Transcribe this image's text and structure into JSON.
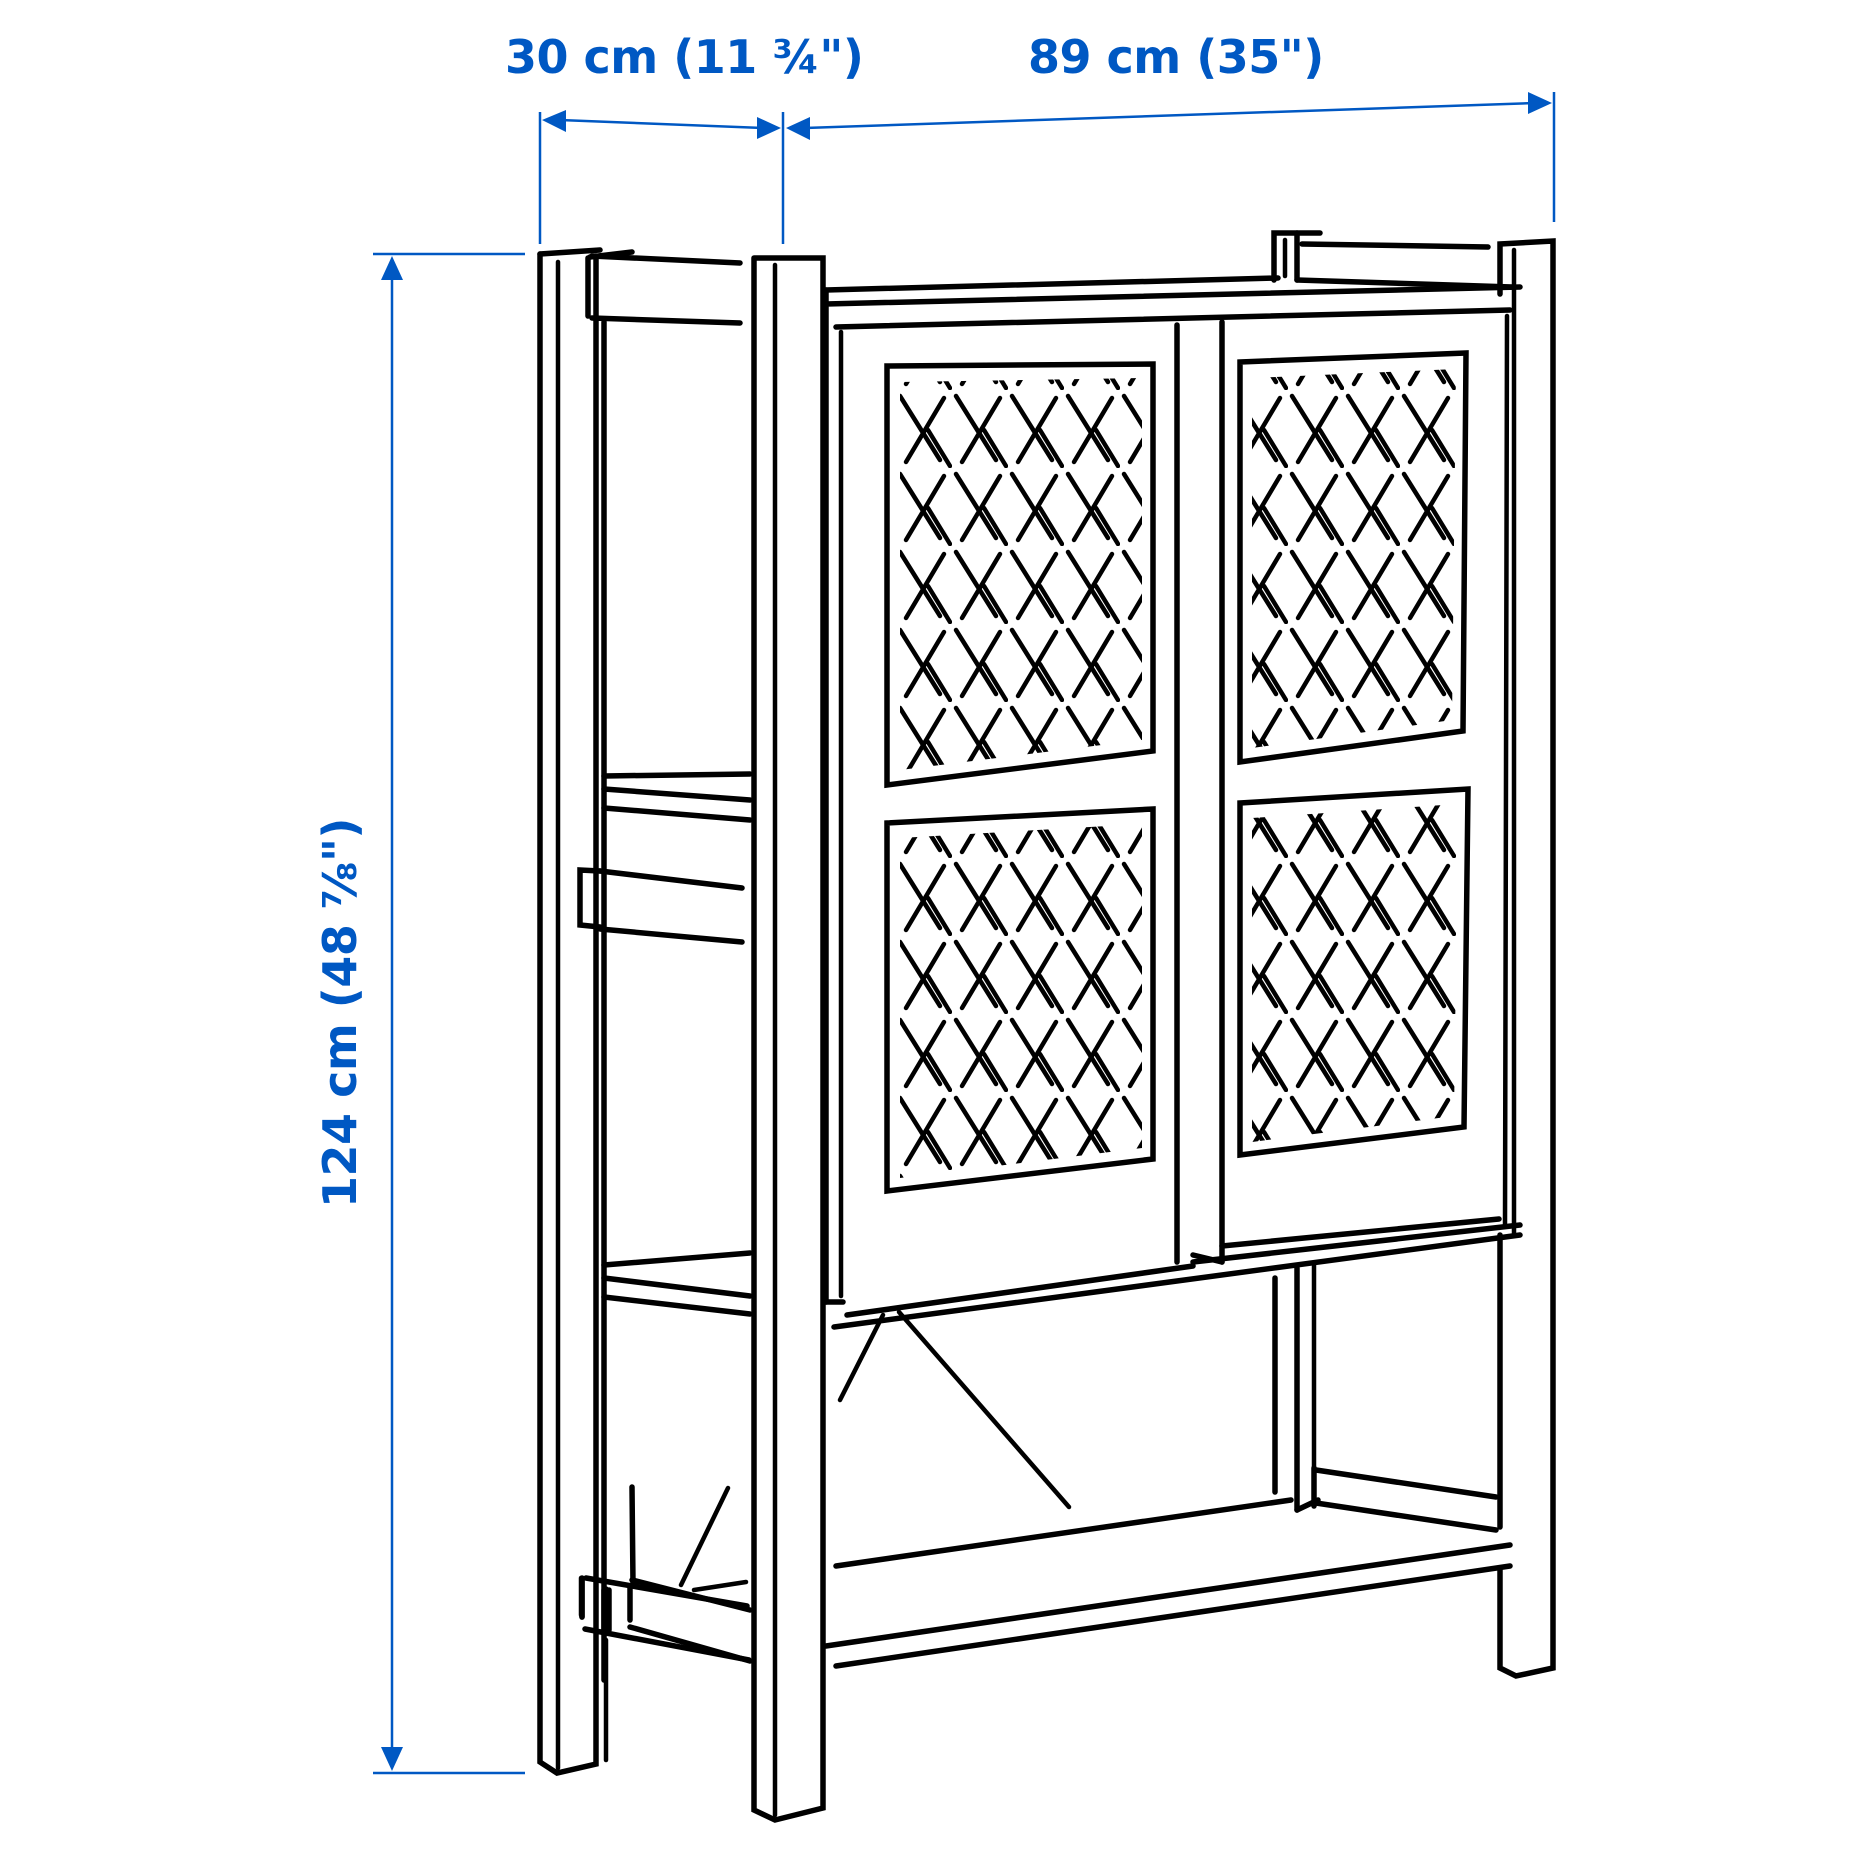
{
  "product_drawing": {
    "subject": "shelving unit with cabinet and two doors with cross-hatch pattern",
    "accent_color": "#0058c3",
    "line_color": "#000000"
  },
  "dimensions": {
    "depth": {
      "label": "30 cm (11 ¾\")",
      "value_cm": 30,
      "value_in": "11 ¾"
    },
    "width": {
      "label": "89 cm (35\")",
      "value_cm": 89,
      "value_in": "35"
    },
    "height": {
      "label": "124 cm (48 ⅞\")",
      "value_cm": 124,
      "value_in": "48 ⅞"
    }
  }
}
